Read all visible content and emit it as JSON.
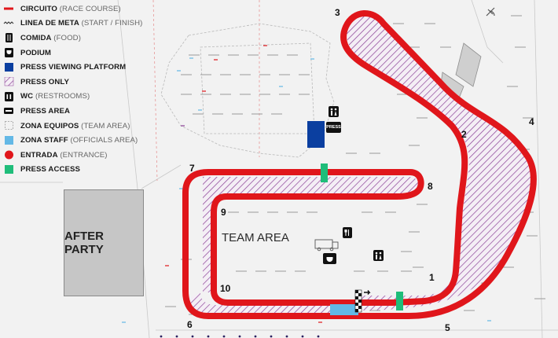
{
  "legend": [
    {
      "icon": "red-line-icon",
      "label": "CIRCUITO",
      "sub": "(RACE COURSE)"
    },
    {
      "icon": "wavy-line-icon",
      "label": "LINEA DE META",
      "sub": "(START / FINISH)"
    },
    {
      "icon": "food-icon",
      "label": "COMIDA",
      "sub": "(FOOD)"
    },
    {
      "icon": "podium-icon",
      "label": "PODIUM",
      "sub": ""
    },
    {
      "icon": "blue-square-icon",
      "label": "PRESS VIEWING PLATFORM",
      "sub": ""
    },
    {
      "icon": "hatched-square-icon",
      "label": "PRESS ONLY",
      "sub": ""
    },
    {
      "icon": "wc-icon",
      "label": "WC",
      "sub": "(RESTROOMS)"
    },
    {
      "icon": "press-area-icon",
      "label": "PRESS AREA",
      "sub": ""
    },
    {
      "icon": "dashed-square-icon",
      "label": "ZONA EQUIPOS",
      "sub": "(TEAM AREA)"
    },
    {
      "icon": "light-blue-square-icon",
      "label": "ZONA STAFF",
      "sub": "(OFFICIALS AREA)"
    },
    {
      "icon": "red-circle-icon",
      "label": "ENTRADA",
      "sub": "(ENTRANCE)"
    },
    {
      "icon": "green-square-icon",
      "label": "PRESS ACCESS",
      "sub": ""
    }
  ],
  "areas": {
    "after_party": "AFTER PARTY",
    "team_area": "TEAM AREA",
    "press_tag": "PRESS"
  },
  "turns": [
    "1",
    "2",
    "3",
    "4",
    "5",
    "6",
    "7",
    "8",
    "9",
    "10"
  ],
  "colors": {
    "track": "#e0161b",
    "press_platform": "#0b3fa0",
    "press_hatch": "#8a3f96",
    "staff_zone": "#63b8e6",
    "press_access": "#1fbd7a",
    "after_party_fill": "#c6c6c6",
    "background": "#f2f2f2"
  }
}
